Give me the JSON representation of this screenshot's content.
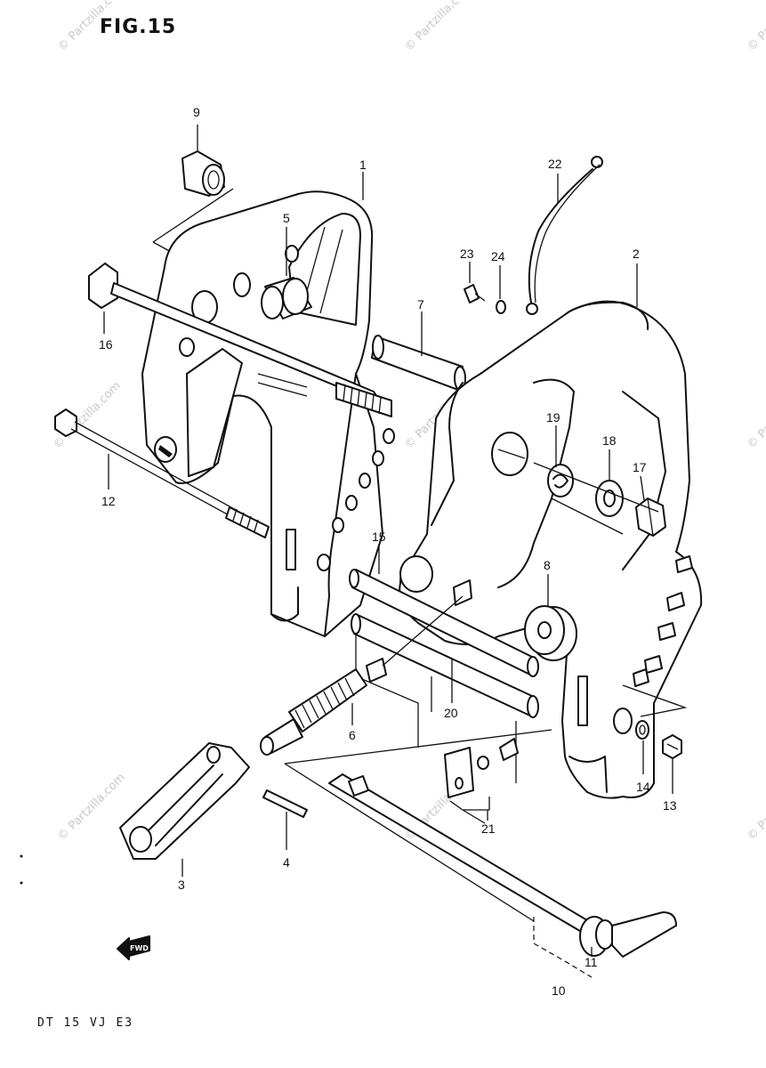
{
  "figure": {
    "title": "FIG.15",
    "model_code": "DT 15 VJ E3"
  },
  "watermark": {
    "text": "© Partzilla.com"
  },
  "direction_marker": {
    "label": "FWD",
    "icon": "arrow-left-icon"
  },
  "callouts": [
    "1",
    "2",
    "3",
    "4",
    "5",
    "6",
    "7",
    "8",
    "9",
    "10",
    "11",
    "12",
    "13",
    "14",
    "15",
    "16",
    "17",
    "18",
    "19",
    "20",
    "21",
    "22",
    "23",
    "24"
  ],
  "colors": {
    "ink": "#111111",
    "paper": "#ffffff",
    "watermark": "#c8c8c8"
  }
}
